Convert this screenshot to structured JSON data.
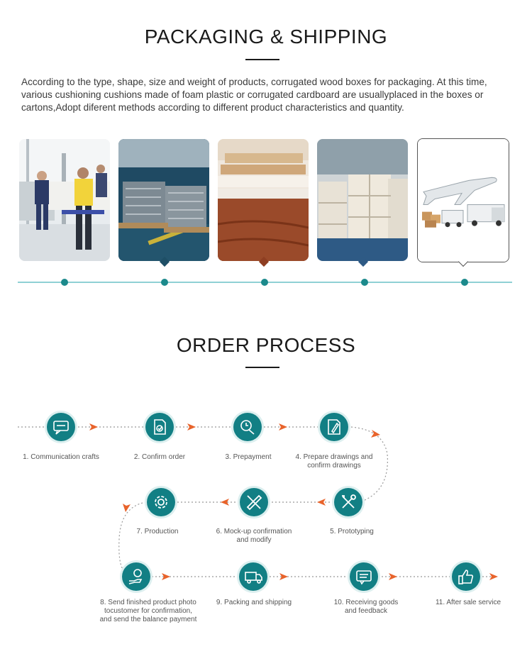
{
  "packaging": {
    "title": "PACKAGING & SHIPPING",
    "description": "According to the type, shape, size and weight of  products, corrugated wood boxes  for packaging. At this time, various cushioning cushions made of foam plastic or corrugated cardboard are usuallyplaced in the boxes or cartons,Adopt diferent methods according to different product characteristics and quantity.",
    "photos": [
      {
        "name": "workshop-workers-photo",
        "selected": false
      },
      {
        "name": "metal-frames-pallet-photo",
        "selected": false
      },
      {
        "name": "stacked-wood-panels-photo",
        "selected": false
      },
      {
        "name": "wooden-crates-photo",
        "selected": false
      },
      {
        "name": "air-road-freight-photo",
        "selected": true
      }
    ]
  },
  "order": {
    "title": "ORDER  PROCESS",
    "steps": [
      {
        "label": "1. Communication crafts",
        "icon": "chat-icon"
      },
      {
        "label": "2. Confirm order",
        "icon": "document-check-icon"
      },
      {
        "label": "3. Prepayment",
        "icon": "money-clock-icon"
      },
      {
        "label": "4. Prepare drawings and\nconfirm drawings",
        "icon": "drawing-document-icon"
      },
      {
        "label": "5. Prototyping",
        "icon": "tools-icon"
      },
      {
        "label": "6. Mock-up confirmation\nand modify",
        "icon": "pencil-ruler-icon"
      },
      {
        "label": "7. Production",
        "icon": "gear-icon"
      },
      {
        "label": "8. Send finished product photo\ntocustomer for confirmation,\nand send the balance payment",
        "icon": "hand-money-icon"
      },
      {
        "label": "9. Packing and shipping",
        "icon": "delivery-truck-icon"
      },
      {
        "label": "10. Receiving goods\nand feedback",
        "icon": "message-icon"
      },
      {
        "label": "11. After sale service",
        "icon": "thumbs-up-icon"
      }
    ]
  },
  "colors": {
    "teal": "#127f84",
    "arrow_orange": "#e8632b",
    "timeline": "#8fd0d4"
  }
}
